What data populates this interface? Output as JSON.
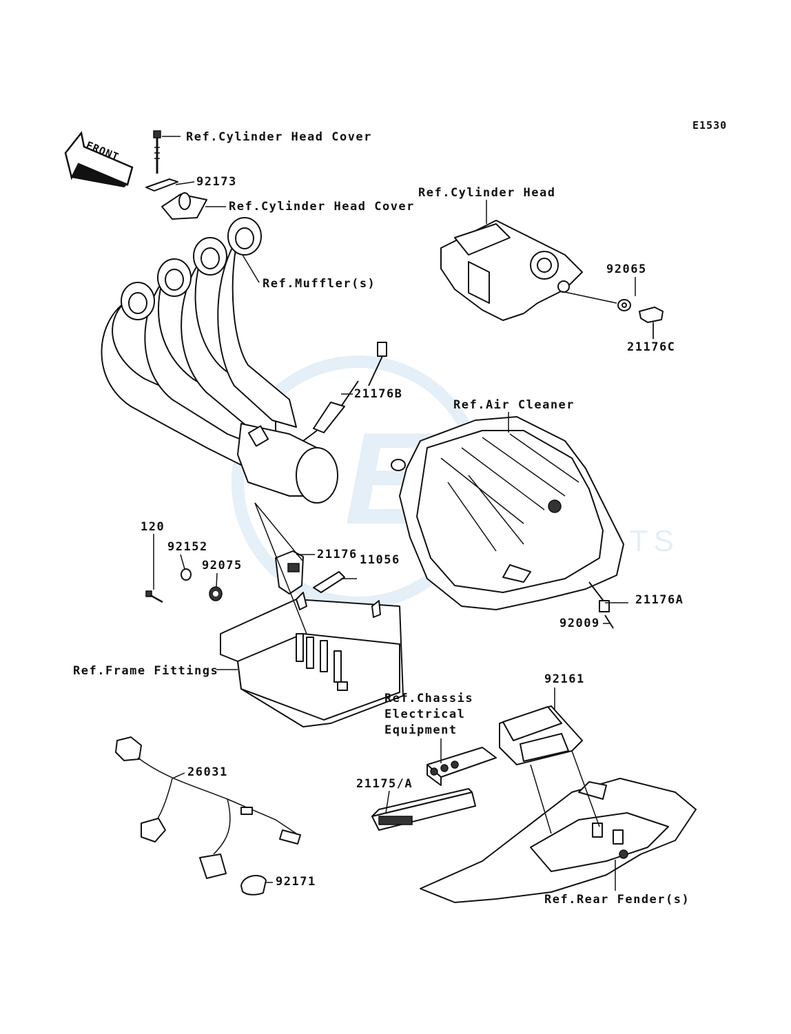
{
  "diagram": {
    "code": "E1530",
    "front_badge": "FRONT",
    "watermark": {
      "text_main": "EB",
      "text_sub": "MOTOPARTS",
      "color": "#cfe3f2"
    },
    "labels": [
      {
        "id": "ref-cyl-head-cover-1",
        "text": "Ref.Cylinder Head Cover"
      },
      {
        "id": "p92173",
        "text": "92173"
      },
      {
        "id": "ref-cyl-head-cover-2",
        "text": "Ref.Cylinder Head Cover"
      },
      {
        "id": "ref-cyl-head",
        "text": "Ref.Cylinder Head"
      },
      {
        "id": "ref-mufflers",
        "text": "Ref.Muffler(s)"
      },
      {
        "id": "p92065",
        "text": "92065"
      },
      {
        "id": "p21176C",
        "text": "21176C"
      },
      {
        "id": "p21176B",
        "text": "21176B"
      },
      {
        "id": "ref-air-cleaner",
        "text": "Ref.Air Cleaner"
      },
      {
        "id": "p120",
        "text": "120"
      },
      {
        "id": "p92152",
        "text": "92152"
      },
      {
        "id": "p21176",
        "text": "21176"
      },
      {
        "id": "p92075",
        "text": "92075"
      },
      {
        "id": "p11056",
        "text": "11056"
      },
      {
        "id": "p21176A",
        "text": "21176A"
      },
      {
        "id": "p92009",
        "text": "92009"
      },
      {
        "id": "ref-frame-fittings",
        "text": "Ref.Frame Fittings"
      },
      {
        "id": "p92161",
        "text": "92161"
      },
      {
        "id": "ref-chassis",
        "text": "Ref.Chassis\nElectrical\nEquipment"
      },
      {
        "id": "p26031",
        "text": "26031"
      },
      {
        "id": "p21175A",
        "text": "21175/A"
      },
      {
        "id": "p92171",
        "text": "92171"
      },
      {
        "id": "ref-rear-fender",
        "text": "Ref.Rear Fender(s)"
      }
    ]
  }
}
